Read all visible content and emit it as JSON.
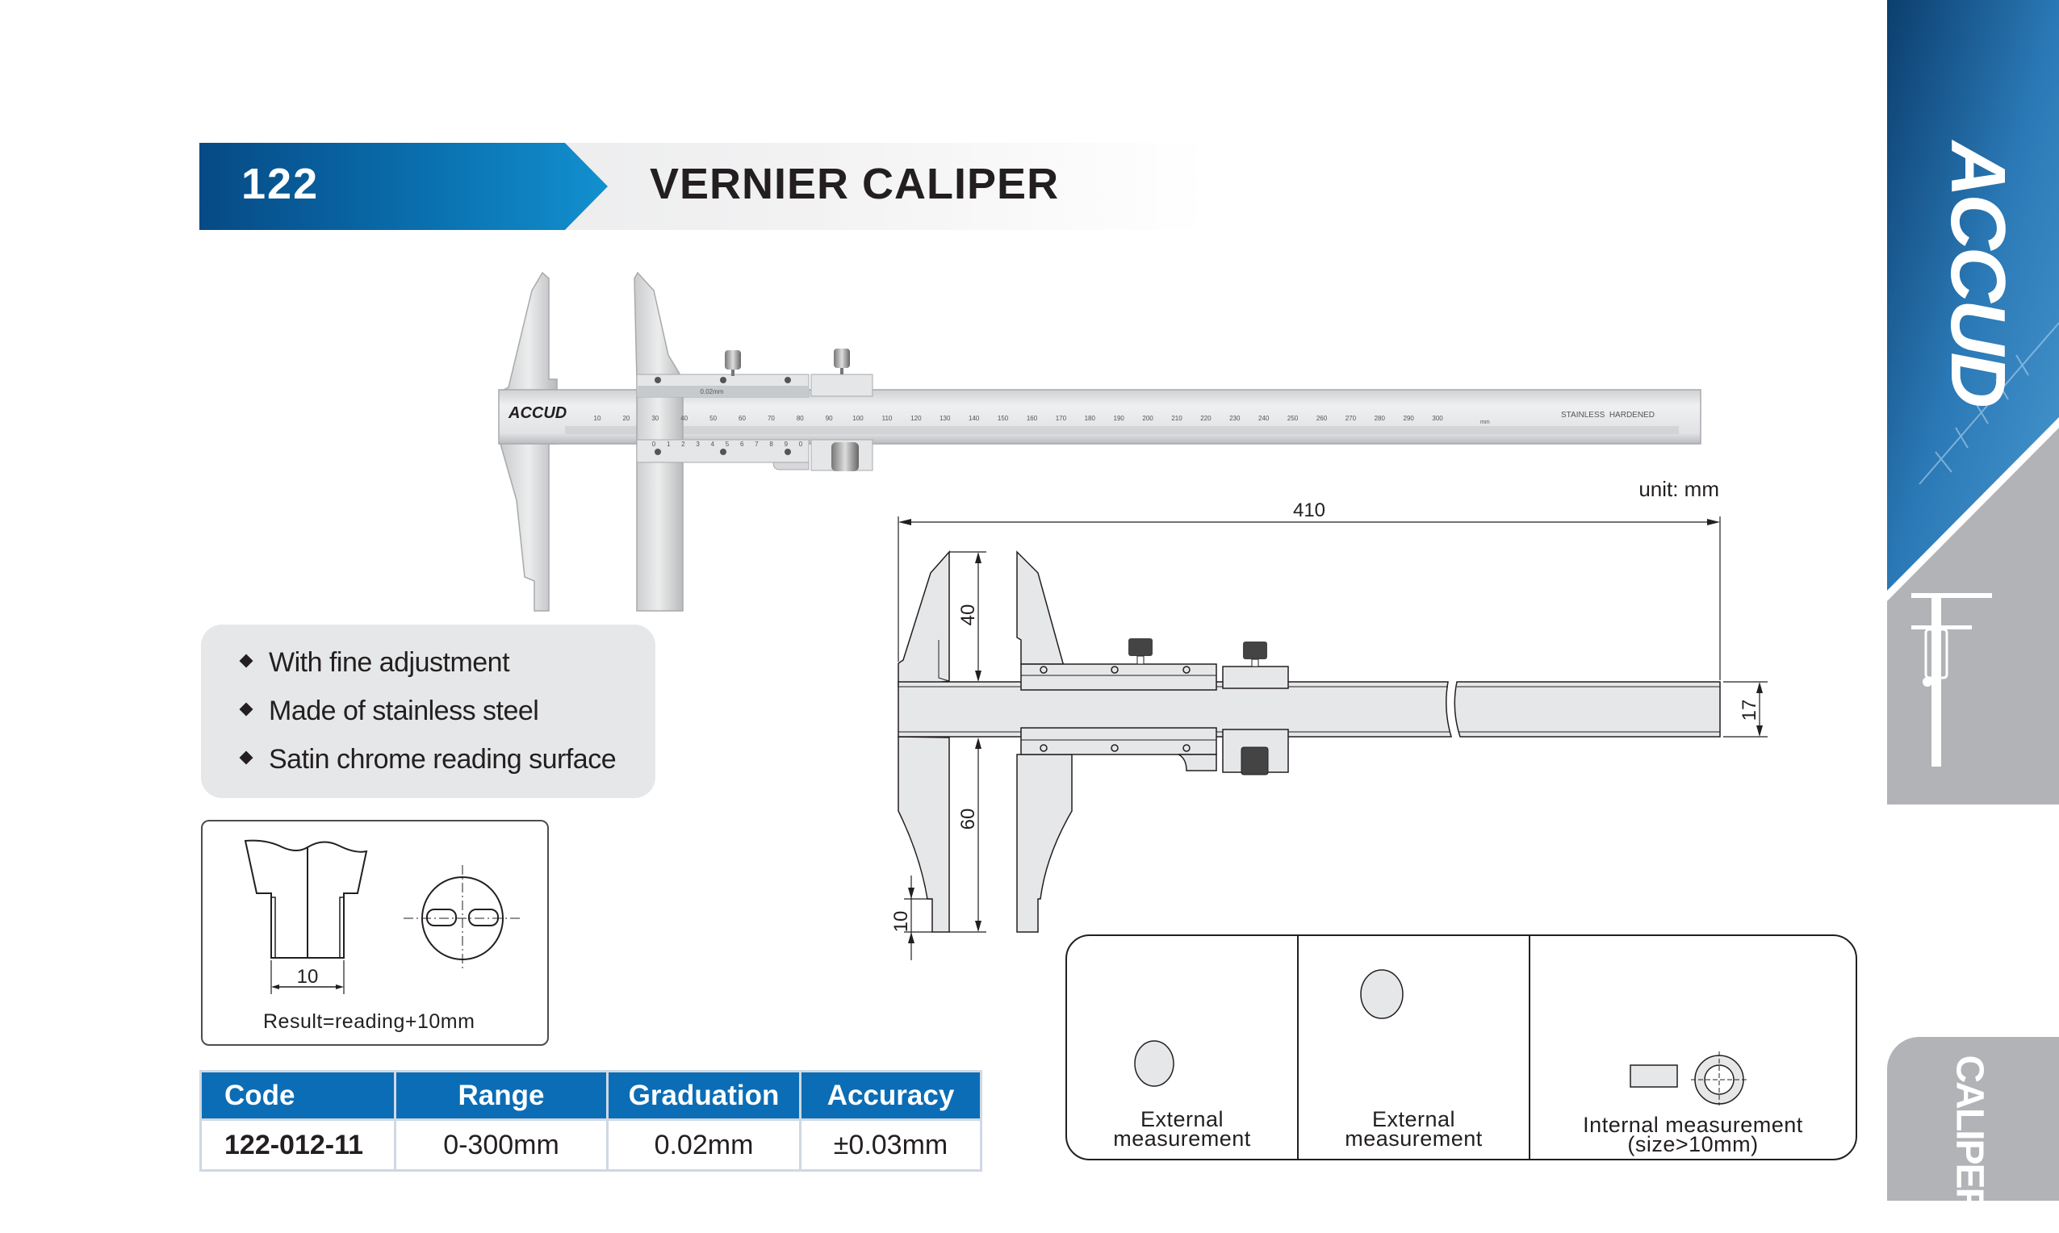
{
  "header": {
    "number": "122",
    "title": "VERNIER CALIPER"
  },
  "photo": {
    "brand": "ACCUD",
    "slider_label": "0.02mm",
    "beam_label": "STAINLESS  HARDENED",
    "scale_unit": "mm",
    "main_scale": [
      "10",
      "20",
      "30",
      "40",
      "50",
      "60",
      "70",
      "80",
      "90",
      "100",
      "110",
      "120",
      "130",
      "140",
      "150",
      "160",
      "170",
      "180",
      "190",
      "200",
      "210",
      "220",
      "230",
      "240",
      "250",
      "260",
      "270",
      "280",
      "290",
      "300"
    ],
    "vernier_scale": [
      "0",
      "1",
      "2",
      "3",
      "4",
      "5",
      "6",
      "7",
      "8",
      "9",
      "0"
    ]
  },
  "features": [
    "With fine adjustment",
    "Made of stainless steel",
    "Satin chrome reading surface"
  ],
  "inset": {
    "dimension": "10",
    "caption": "Result=reading+10mm"
  },
  "table": {
    "headers": [
      "Code",
      "Range",
      "Graduation",
      "Accuracy"
    ],
    "rows": [
      [
        "122-012-11",
        "0-300mm",
        "0.02mm",
        "±0.03mm"
      ]
    ]
  },
  "diagram": {
    "unit": "unit: mm",
    "length": "410",
    "upper_jaw": "40",
    "lower_jaw": "60",
    "jaw_tip": "10",
    "beam_width": "17"
  },
  "usage_panels": [
    {
      "line1": "External",
      "line2": "measurement"
    },
    {
      "line1": "External",
      "line2": "measurement"
    },
    {
      "line1": "Internal measurement",
      "line2": "(size>10mm)"
    }
  ],
  "sidebar": {
    "brand": "ACCUD",
    "tab_label": "CALIPER"
  },
  "colors": {
    "brand_blue": "#0b6db5",
    "header_dark_blue": "#064a85",
    "panel_gray": "#e6e7e8",
    "side_gray": "#b1b3b6"
  }
}
